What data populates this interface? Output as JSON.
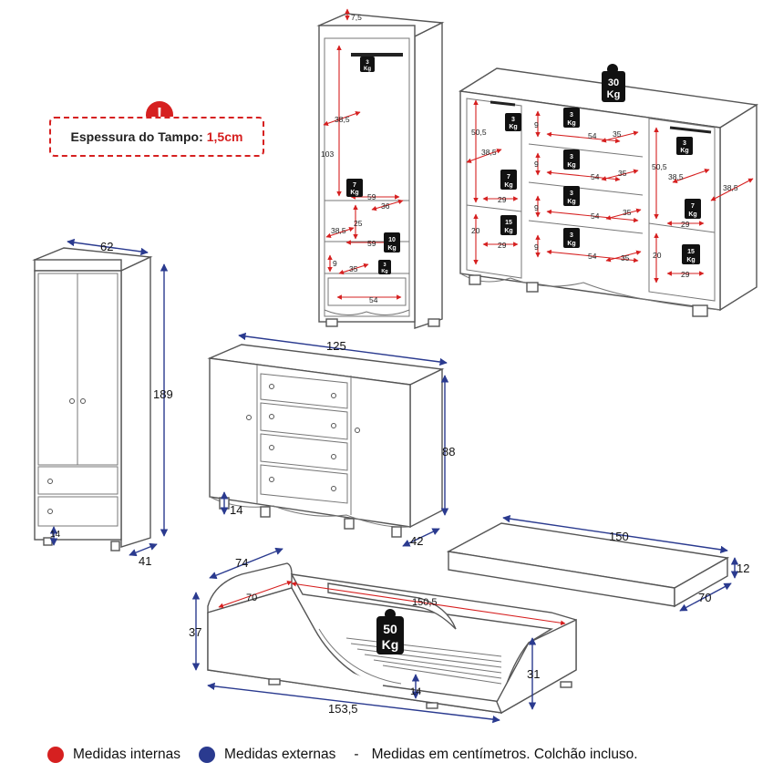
{
  "colors": {
    "internal": "#d62020",
    "external": "#2a3a8f",
    "badge": "#111111"
  },
  "warning": {
    "label": "Espessura do Tampo:",
    "value": "1,5cm",
    "icon": "exclamation-icon"
  },
  "legend": {
    "internal": "Medidas internas",
    "external": "Medidas externas",
    "separator": "-",
    "note": "Medidas em centímetros. Colchão incluso."
  },
  "wardrobe": {
    "width": "62",
    "height": "189",
    "depth": "41",
    "foot": "14"
  },
  "dresser": {
    "width": "125",
    "height": "88",
    "depth": "42",
    "foot": "14"
  },
  "mattress": {
    "length": "150",
    "thickness": "12",
    "width": "70"
  },
  "bed": {
    "outer_width": "74",
    "inner_width": "70",
    "inner_length": "150,5",
    "height": "37",
    "side_height": "31",
    "length": "153,5",
    "clearance": "14",
    "load_value": "50",
    "load_unit": "Kg"
  },
  "wardrobe_interior": {
    "top": "7,5",
    "rod_load": "3",
    "depth_upper": "38,5",
    "height_upper": "103",
    "shelf_load": "7",
    "shelf_width": "59",
    "shelf_depth": "36",
    "mid_height": "25",
    "mid_depth": "38,5",
    "mid_width": "59",
    "mid_load": "10",
    "drawer_height": "9",
    "drawer_depth": "35",
    "drawer_load": "3",
    "drawer_width": "54",
    "unit": "Kg"
  },
  "dresser_interior": {
    "top_load": "30",
    "rod_load": "3",
    "height_left": "50,5",
    "depth_left": "38,5",
    "shelf_load": "7",
    "shelf_width": "29",
    "lower_height": "20",
    "lower_load": "15",
    "drawer_height": "9",
    "drawer_width": "54",
    "drawer_depth": "35",
    "drawer_load": "3",
    "height_right": "50,5",
    "depth_right": "38,5",
    "side_depth": "38,5",
    "unit": "Kg"
  }
}
